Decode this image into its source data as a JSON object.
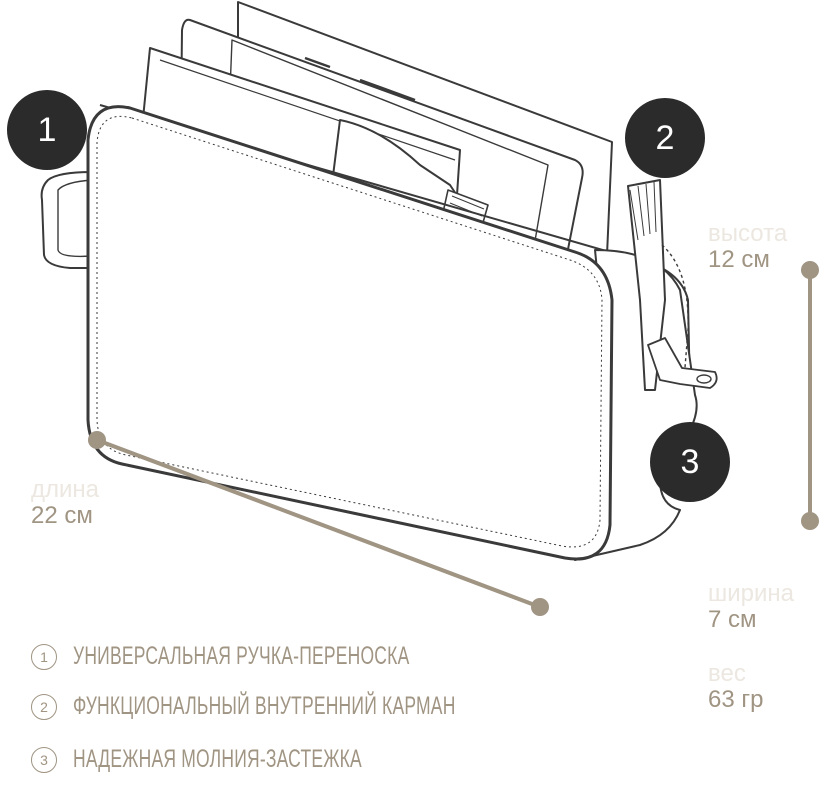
{
  "badges": [
    "1",
    "2",
    "3"
  ],
  "dimensions": {
    "height": {
      "label": "высота",
      "value": "12 см"
    },
    "length": {
      "label": "длина",
      "value": "22 см"
    },
    "width": {
      "label": "ширина",
      "value": "7 см"
    },
    "weight": {
      "label": "вес",
      "value": "63 гр"
    }
  },
  "features": [
    {
      "num": "1",
      "text": "УНИВЕРСАЛЬНАЯ РУЧКА-ПЕРЕНОСКА"
    },
    {
      "num": "2",
      "text": "ФУНКЦИОНАЛЬНЫЙ ВНУТРЕННИЙ КАРМАН"
    },
    {
      "num": "3",
      "text": "НАДЕЖНАЯ МОЛНИЯ-ЗАСТЕЖКА"
    }
  ],
  "colors": {
    "accent": "#a09483",
    "dark": "#2b2b2b",
    "label_light": "#ece7e0"
  },
  "icons": [
    "toiletry-bag-illustration"
  ]
}
